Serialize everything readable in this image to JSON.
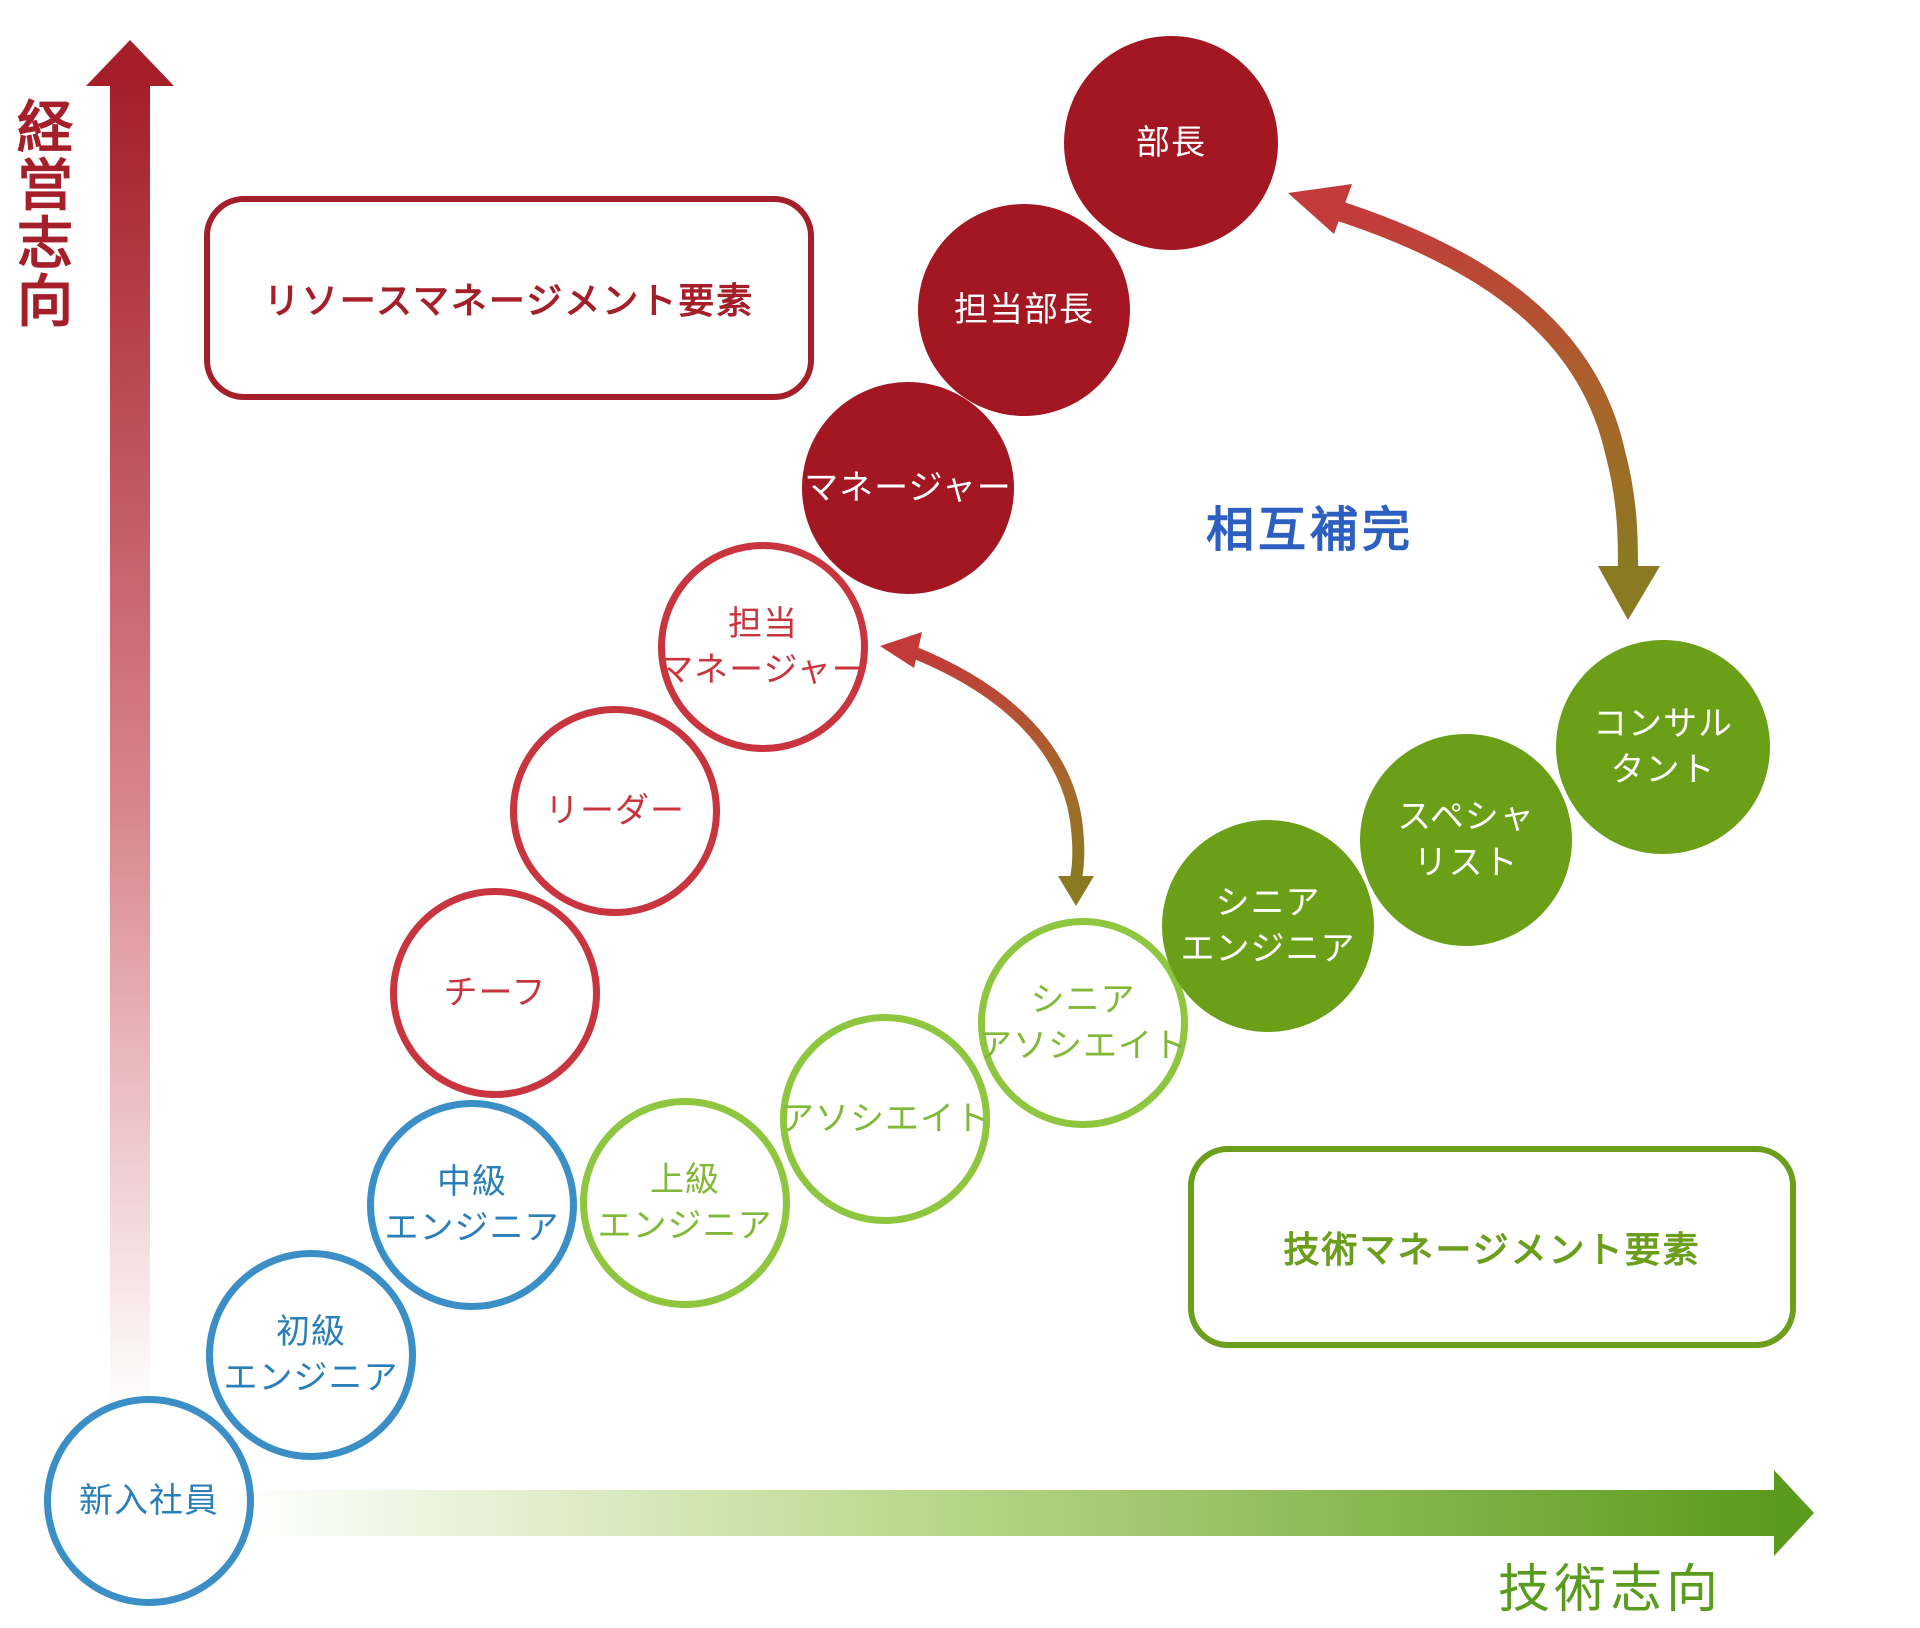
{
  "axes": {
    "vertical_label": [
      "経",
      "営",
      "志",
      "向"
    ],
    "horizontal_label": "技術志向"
  },
  "boxes": {
    "resource_management": "リソースマネージメント要素",
    "technical_management": "技術マネージメント要素"
  },
  "center_label": "相互補完",
  "colors": {
    "management_dark": "#a21721",
    "management_outline": "#c8353f",
    "common_blue": "#3b8ec6",
    "technical_light": "#8ec63f",
    "technical_dark": "#6c9f18",
    "mutual_text": "#2c5fbf"
  },
  "nodes": {
    "new_hire": {
      "lines": [
        "新入社員"
      ]
    },
    "junior_engineer": {
      "lines": [
        "初級",
        "エンジニア"
      ]
    },
    "mid_engineer": {
      "lines": [
        "中級",
        "エンジニア"
      ]
    },
    "chief": {
      "lines": [
        "チーフ"
      ]
    },
    "leader": {
      "lines": [
        "リーダー"
      ]
    },
    "assistant_manager": {
      "lines": [
        "担当",
        "マネージャー"
      ]
    },
    "manager": {
      "lines": [
        "マネージャー"
      ]
    },
    "deputy_director": {
      "lines": [
        "担当部長"
      ]
    },
    "director": {
      "lines": [
        "部長"
      ]
    },
    "senior_engineer_upper": {
      "lines": [
        "上級",
        "エンジニア"
      ]
    },
    "associate": {
      "lines": [
        "アソシエイト"
      ]
    },
    "senior_associate": {
      "lines": [
        "シニア",
        "アソシエイト"
      ]
    },
    "senior_engineer": {
      "lines": [
        "シニア",
        "エンジニア"
      ]
    },
    "specialist": {
      "lines": [
        "スペシャ",
        "リスト"
      ]
    },
    "consultant": {
      "lines": [
        "コンサル",
        "タント"
      ]
    }
  }
}
